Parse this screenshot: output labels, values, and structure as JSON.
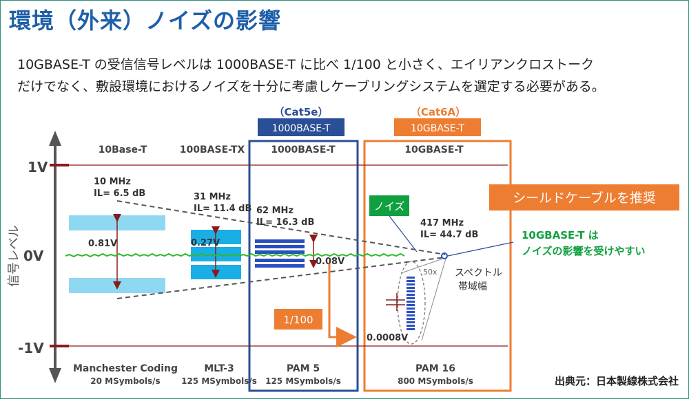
{
  "page": {
    "title": "環境（外来）ノイズの影響",
    "intro_line1": "10GBASE-T の受信信号レベルは 1000BASE-T に比べ 1/100 と小さく、エイリアンクロストーク",
    "intro_line2": "だけでなく、敷設環境におけるノイズを十分に考慮しケーブリングシステムを選定する必要がある。",
    "source": "出典元：日本製線株式会社"
  },
  "axis": {
    "y_label": "信号レベル",
    "tick_1v": "1V",
    "tick_0v": "0V",
    "tick_m1v": "-1V",
    "x_label_line1": "スペクトル",
    "x_label_line2": "帯域幅"
  },
  "categories": {
    "cat5e": "（Cat5e）",
    "cat5e_box": "1000BASE-T",
    "cat6a": "（Cat6A）",
    "cat6a_box": "10GBASE-T"
  },
  "standards": [
    {
      "name": "10Base-T",
      "freq": "10 MHz",
      "il": "IL= 6.5 dB",
      "amplitude": "0.81V",
      "coding": "Manchester Coding",
      "rate": "20 MSymbols/s"
    },
    {
      "name": "100BASE-TX",
      "freq": "31 MHz",
      "il": "IL= 11.4 dB",
      "amplitude": "0.27V",
      "coding": "MLT-3",
      "rate": "125 MSymbols/s"
    },
    {
      "name": "1000BASE-T",
      "freq": "62 MHz",
      "il": "IL= 16.3 dB",
      "amplitude": "0.08V",
      "coding": "PAM 5",
      "rate": "125 MSymbols/s"
    },
    {
      "name": "10GBASE-T",
      "freq": "417 MHz",
      "il": "IL= 44.7 dB",
      "amplitude": "0.0008V",
      "coding": "PAM 16",
      "rate": "800 MSymbols/s"
    }
  ],
  "annotations": {
    "noise": "ノイズ",
    "ratio": "1/100",
    "zoom": "50x",
    "recommend": "シールドケーブルを推奨",
    "warn_line1": "10GBASE-T は",
    "warn_line2": "ノイズの影響を受けやすい"
  },
  "colors": {
    "title": "#1f5fa8",
    "axis_dark_red": "#8b1a1a",
    "cat5e_blue": "#2a4f96",
    "cat6a_orange": "#ed7d31",
    "signal_cyan": "#1aaee6",
    "light_cyan": "#8fd8f2",
    "noise_green": "#2eb82e",
    "warning_green": "#10a040"
  }
}
